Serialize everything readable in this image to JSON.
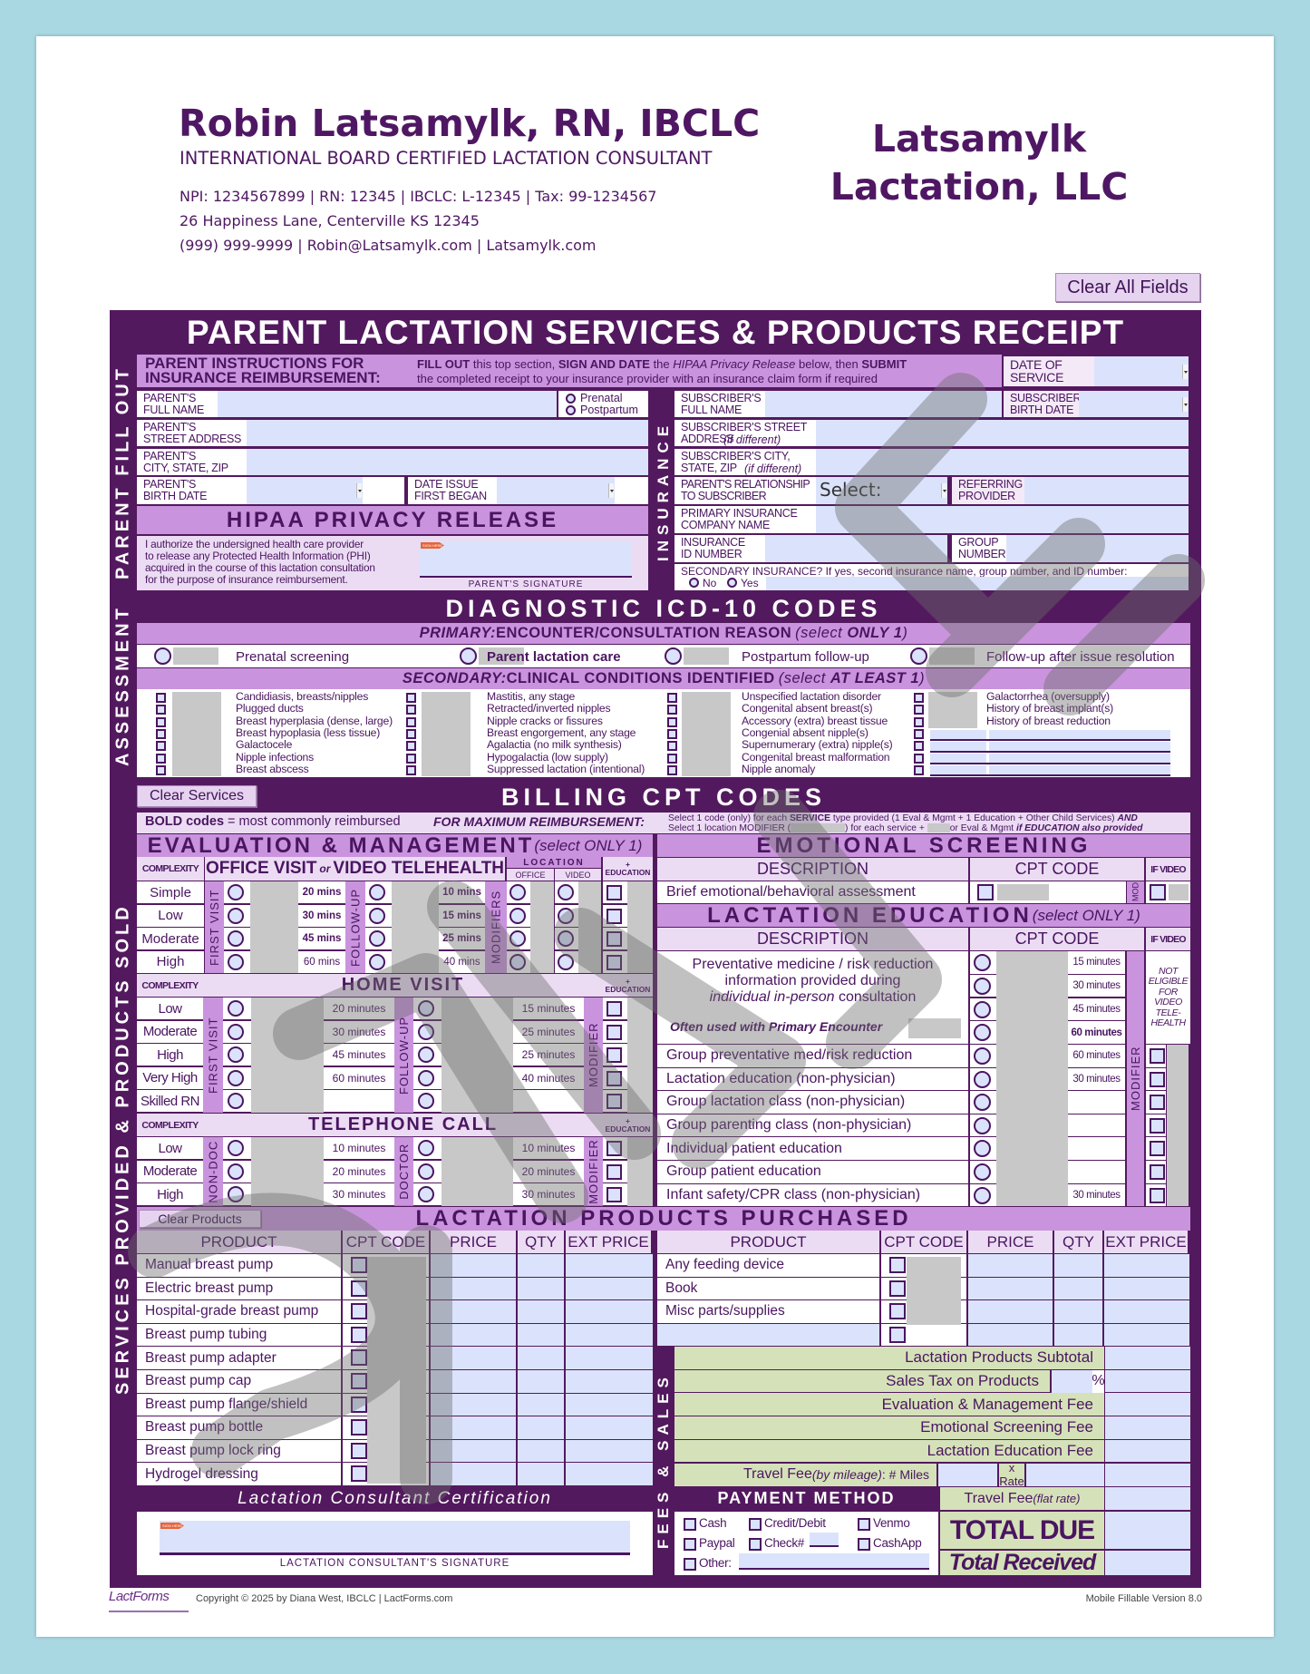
{
  "header": {
    "name": "Robin Latsamylk, RN, IBCLC",
    "credential": "INTERNATIONAL BOARD CERTIFIED LACTATION CONSULTANT",
    "ids": "NPI: 1234567899 | RN: 12345 | IBCLC: L-12345 | Tax: 99-1234567",
    "address": "26 Happiness Lane, Centerville KS 12345",
    "contact": "(999) 999-9999 | Robin@Latsamylk.com | Latsamylk.com",
    "company_line1": "Latsamylk",
    "company_line2": "Lactation, LLC"
  },
  "clear_all": "Clear All Fields",
  "title": "PARENT LACTATION SERVICES & PRODUCTS RECEIPT",
  "parent": {
    "section": "PARENT FILL OUT",
    "instr_title": "PARENT INSTRUCTIONS FOR\nINSURANCE REIMBURSEMENT:",
    "instr_line1": [
      "FILL OUT",
      " this top section, ",
      "SIGN AND DATE",
      " the ",
      "HIPAA Privacy Release",
      " below, then ",
      "SUBMIT"
    ],
    "instr_line2": "the completed receipt to your insurance provider with an insurance claim form if required",
    "date_of_service": "DATE OF\nSERVICE",
    "full_name": "PARENT'S\nFULL NAME",
    "prenatal": "Prenatal",
    "postpartum": "Postpartum",
    "street": "PARENT'S\nSTREET ADDRESS",
    "city": "PARENT'S\nCITY, STATE, ZIP",
    "birth_date": "PARENT'S\nBIRTH DATE",
    "date_issue": "DATE ISSUE\nFIRST BEGAN",
    "hipaa_title": "HIPAA PRIVACY RELEASE",
    "hipaa_text": "I authorize the undersigned health care provider\nto release any Protected Health Information (PHI)\nacquired in the course of this lactation consultation\nfor the purpose of insurance reimbursement.",
    "sign_here": "SIGN HERE",
    "signature_label": "PARENT'S SIGNATURE"
  },
  "insurance": {
    "section": "INSURANCE",
    "sub_name": "SUBSCRIBER'S\nFULL NAME",
    "sub_birth": "SUBSCRIBER'S\nBIRTH DATE",
    "sub_street": "SUBSCRIBER'S STREET\nADDRESS ",
    "sub_city": "SUBSCRIBER'S CITY,\nSTATE, ZIP ",
    "if_different": "(if different)",
    "relationship": "PARENT'S RELATIONSHIP\nTO SUBSCRIBER",
    "relationship_value": "Select:",
    "referring": "REFERRING\nPROVIDER",
    "company": "PRIMARY INSURANCE\nCOMPANY NAME",
    "id_number": "INSURANCE\nID NUMBER",
    "group": "GROUP\nNUMBER",
    "secondary": "SECONDARY INSURANCE?  If yes, second insurance name, group number, and ID number:",
    "no": "No",
    "yes": "Yes"
  },
  "diagnostic": {
    "section": "ASSESSMENT",
    "title": "DIAGNOSTIC ICD-10 CODES",
    "primary": {
      "prefix": "PRIMARY:",
      "title": " ENCOUNTER/CONSULTATION REASON ",
      "note": [
        "(select ",
        "ONLY 1",
        ")"
      ],
      "items": [
        "Prenatal screening",
        "Parent lactation care",
        "Postpartum follow-up",
        "Follow-up after issue resolution"
      ]
    },
    "secondary": {
      "prefix": "SECONDARY:",
      "title": " CLINICAL CONDITIONS IDENTIFIED ",
      "note": [
        "(select ",
        "AT LEAST 1",
        ")"
      ],
      "columns": [
        [
          "Candidiasis, breasts/nipples",
          "Plugged ducts",
          "Breast hyperplasia (dense, large)",
          "Breast hypoplasia (less tissue)",
          "Galactocele",
          "Nipple infections",
          "Breast abscess"
        ],
        [
          "Mastitis, any stage",
          "Retracted/inverted nipples",
          "Nipple cracks or fissures",
          "Breast engorgement, any stage",
          "Agalactia (no milk synthesis)",
          "Hypogalactia (low supply)",
          "Suppressed lactation (intentional)"
        ],
        [
          "Unspecified lactation disorder",
          "Congenital absent breast(s)",
          "Accessory (extra) breast tissue",
          "Congenial absent nipple(s)",
          "Supernumerary (extra) nipple(s)",
          "Congenital breast malformation",
          "Nipple anomaly"
        ],
        [
          "Galactorrhea (oversupply)",
          "History of breast implant(s)",
          "History of breast reduction"
        ]
      ]
    }
  },
  "billing": {
    "section": "SERVICES PROVIDED & PRODUCTS SOLD",
    "clear_services": "Clear Services",
    "title": "BILLING CPT CODES",
    "bold_codes": [
      "BOLD codes",
      " = most commonly reimbursed"
    ],
    "max_label": "FOR MAXIMUM REIMBURSEMENT:",
    "max_line1": [
      "Select 1 code (only) for each ",
      "SERVICE",
      " type provided (1 Eval & Mgmt + 1 Education + Other Child Services) ",
      "AND"
    ],
    "max_line2": [
      "Select 1 location MODIFIER (",
      ") for each service + ",
      "or Eval & Mgmt ",
      "if EDUCATION also provided"
    ]
  },
  "em": {
    "title": "EVALUATION & MANAGEMENT",
    "note": " (select ONLY 1)"
  },
  "office": {
    "complexity": "COMPLEXITY",
    "title": [
      "OFFICE VISIT ",
      "or",
      " VIDEO TELEHEALTH"
    ],
    "location": "LOCATION",
    "office": "OFFICE",
    "video": "VIDEO",
    "education": "+\nEDUCATION",
    "v1": "FIRST VISIT",
    "v2": "FOLLOW-UP",
    "v3": "MODIFIERS",
    "rows": [
      {
        "level": "Simple",
        "first": "20 mins",
        "follow": "10 mins"
      },
      {
        "level": "Low",
        "first": "30 mins",
        "follow": "15 mins"
      },
      {
        "level": "Moderate",
        "first": "45 mins",
        "follow": "25 mins"
      },
      {
        "level": "High",
        "first": "60 mins",
        "follow": "40 mins"
      }
    ]
  },
  "home": {
    "complexity": "COMPLEXITY",
    "title": "HOME VISIT",
    "education": "+\nEDUCATION",
    "v1": "FIRST VISIT",
    "v2": "FOLLOW-UP",
    "v3": "MODIFIER",
    "rows": [
      {
        "level": "Low",
        "first": "20 minutes",
        "follow": "15 minutes"
      },
      {
        "level": "Moderate",
        "first": "30 minutes",
        "follow": "25 minutes"
      },
      {
        "level": "High",
        "first": "45 minutes",
        "follow": "25 minutes"
      },
      {
        "level": "Very High",
        "first": "60 minutes",
        "follow": "40 minutes"
      },
      {
        "level": "Skilled RN",
        "first": "",
        "follow": ""
      }
    ]
  },
  "phone": {
    "complexity": "COMPLEXITY",
    "title": "TELEPHONE CALL",
    "education": "+\nEDUCATION",
    "v1": "NON-DOC",
    "v2": "DOCTOR",
    "v3": "MODIFIER",
    "rows": [
      {
        "level": "Low",
        "first": "10 minutes",
        "follow": "10 minutes"
      },
      {
        "level": "Moderate",
        "first": "20 minutes",
        "follow": "20 minutes"
      },
      {
        "level": "High",
        "first": "30 minutes",
        "follow": "30 minutes"
      }
    ]
  },
  "emotional": {
    "title": "EMOTIONAL SCREENING",
    "description": "DESCRIPTION",
    "cpt": "CPT CODE",
    "if_video": "IF VIDEO",
    "item": "Brief emotional/behavioral assessment",
    "mod": "MOD"
  },
  "education": {
    "title": "LACTATION EDUCATION",
    "note": " (select ONLY 1)",
    "description": "DESCRIPTION",
    "cpt": "CPT CODE",
    "if_video": "IF VIDEO",
    "preventative": [
      "Preventative medicine / risk reduction\ninformation provided during\n",
      "individual in-person",
      " consultation"
    ],
    "often_used": "Often used with Primary Encounter",
    "preventative_minutes": [
      "15 minutes",
      "30 minutes",
      "45 minutes",
      "60 minutes"
    ],
    "not_eligible": "NOT\nELIGIBLE\nFOR\nVIDEO\nTELE-\nHEALTH",
    "modifier": "MODIFIER",
    "rows": [
      {
        "desc": "Group preventative med/risk reduction",
        "min": "60 minutes"
      },
      {
        "desc": "Lactation education (non-physician)",
        "min": "30 minutes"
      },
      {
        "desc": "Group lactation class (non-physician)",
        "min": ""
      },
      {
        "desc": "Group parenting class (non-physician)",
        "min": ""
      },
      {
        "desc": "Individual patient education",
        "min": ""
      },
      {
        "desc": "Group patient education",
        "min": ""
      },
      {
        "desc": "Infant safety/CPR class (non-physician)",
        "min": "30 minutes"
      }
    ]
  },
  "products": {
    "clear": "Clear Products",
    "title": "LACTATION PRODUCTS PURCHASED",
    "columns": [
      "PRODUCT",
      "CPT CODE",
      "PRICE",
      "QTY",
      "EXT PRICE"
    ],
    "left": [
      "Manual breast pump",
      "Electric breast pump",
      "Hospital-grade breast pump",
      "Breast pump tubing",
      "Breast pump adapter",
      "Breast pump cap",
      "Breast pump flange/shield",
      "Breast pump bottle",
      "Breast pump lock ring",
      "Hydrogel dressing"
    ],
    "right": [
      "Any feeding device",
      "Book",
      "Misc parts/supplies"
    ]
  },
  "fees": {
    "section": "FEES & SALES",
    "subtotal": "Lactation Products Subtotal",
    "tax": "Sales Tax on Products",
    "percent": "%",
    "em_fee": "Evaluation & Management Fee",
    "emotional_fee": "Emotional Screening Fee",
    "education_fee": "Lactation Education Fee",
    "travel_mileage": [
      "Travel Fee ",
      "(by mileage)",
      ": # Miles"
    ],
    "x_rate": "x Rate",
    "travel_flat": [
      "Travel Fee ",
      "(flat rate)"
    ],
    "total_due": "TOTAL DUE",
    "total_received": "Total Received"
  },
  "payment": {
    "title": "PAYMENT METHOD",
    "methods": [
      "Cash",
      "Credit/Debit",
      "Venmo",
      "Paypal",
      "Check#",
      "CashApp",
      "Other:"
    ]
  },
  "certification": {
    "title": "Lactation Consultant Certification",
    "sign_here": "SIGN HERE",
    "signature_label": "LACTATION CONSULTANT'S SIGNATURE"
  },
  "footer": {
    "logo": "LactForms",
    "copyright": "Copyright © 2025 by Diana West, IBCLC | LactForms.com",
    "version": "Mobile Fillable Version 8.0"
  },
  "colors": {
    "frame": "#53195f",
    "section": "#c994dd",
    "field": "#dbe3fc",
    "fees": "#d5e2b9",
    "background": "#a9d8e3"
  }
}
